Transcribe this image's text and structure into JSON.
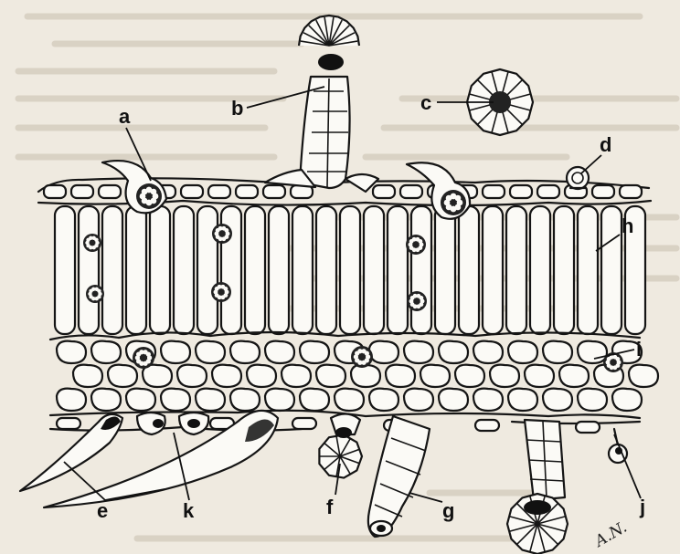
{
  "figure": {
    "labels": [
      {
        "id": "a",
        "text": "a"
      },
      {
        "id": "b",
        "text": "b"
      },
      {
        "id": "c",
        "text": "c"
      },
      {
        "id": "d",
        "text": "d"
      },
      {
        "id": "e",
        "text": "e"
      },
      {
        "id": "f",
        "text": "f"
      },
      {
        "id": "g",
        "text": "g"
      },
      {
        "id": "h",
        "text": "h"
      },
      {
        "id": "i",
        "text": "i"
      },
      {
        "id": "j",
        "text": "j"
      },
      {
        "id": "k",
        "text": "k"
      }
    ],
    "signature": "A.N."
  },
  "colors": {
    "paper": "#efeae0",
    "ink": "#151515",
    "cell_fill": "#fbfaf6"
  }
}
